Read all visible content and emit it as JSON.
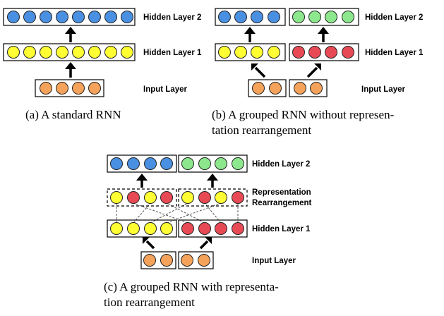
{
  "colors": {
    "blue": "#4a90e2",
    "yellow": "#ffff33",
    "orange": "#f5a25a",
    "green": "#8de88d",
    "red": "#e84a55",
    "box_stroke": "#000000",
    "dashed": "#555555"
  },
  "panel_a": {
    "hidden2_label": "Hidden Layer 2",
    "hidden1_label": "Hidden Layer 1",
    "input_label": "Input Layer",
    "caption_line1": "(a)  A standard RNN"
  },
  "panel_b": {
    "hidden2_label": "Hidden Layer 2",
    "hidden1_label": "Hidden Layer 1",
    "input_label": "Input Layer",
    "caption_line1": "(b)  A grouped RNN without represen-",
    "caption_line2": "tation rearrangement"
  },
  "panel_c": {
    "hidden2_label": "Hidden Layer 2",
    "rearr_label_line1": "Representation",
    "rearr_label_line2": "Rearrangement",
    "hidden1_label": "Hidden Layer 1",
    "input_label": "Input Layer",
    "caption_line1": "(c)  A grouped RNN with representa-",
    "caption_line2": "tion rearrangement"
  }
}
